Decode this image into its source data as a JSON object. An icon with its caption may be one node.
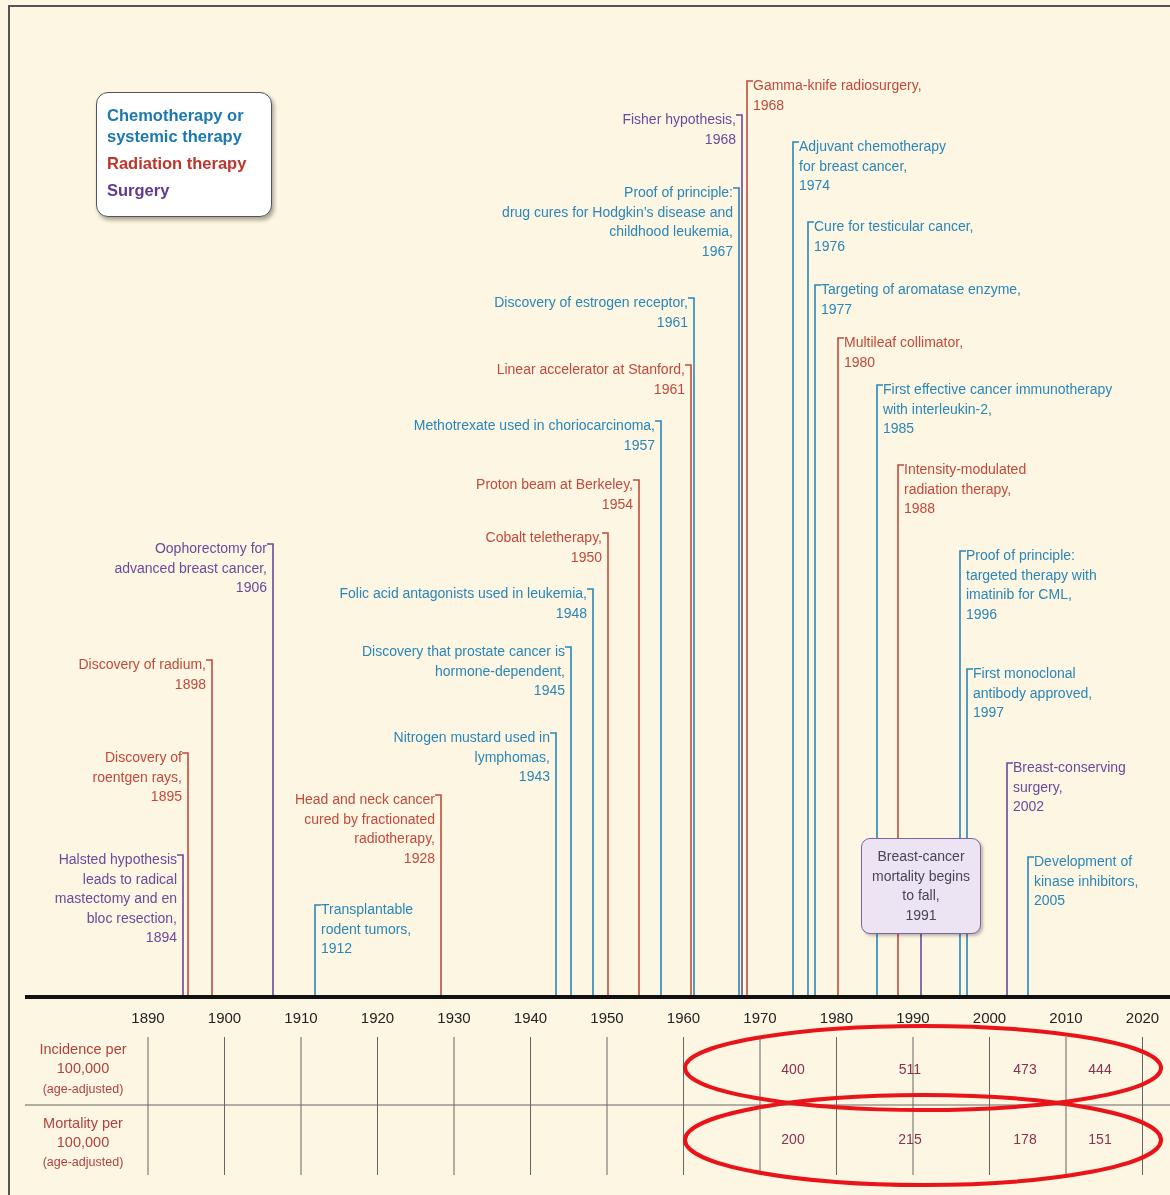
{
  "diagram": {
    "nodes": [
      {
        "text": [
          "Halsted hypothesis leads to radical mastectomy and en bloc resection,",
          "1894"
        ]
      },
      {
        "text": [
          "Discovery of roentgen rays,",
          "1895"
        ]
      },
      {
        "text": [
          "Discovery of radium,",
          "1898"
        ]
      },
      {
        "text": [
          "Oophorectomy for advanced breast cancer,",
          "1906"
        ]
      },
      {
        "text": [
          "Transplantable rodent tumors,",
          "1912"
        ]
      },
      {
        "text": [
          "Head and neck cancer cured by fractionated radiotherapy,",
          "1928"
        ]
      },
      {
        "text": [
          "Nitrogen mustard used in lymphomas,",
          "1943"
        ]
      },
      {
        "text": [
          "Discovery that prostate cancer is hormone-dependent,",
          "1945"
        ]
      },
      {
        "text": [
          "Folic acid antagonists used in leukemia,",
          "1948"
        ]
      },
      {
        "text": [
          "Cobalt teletherapy,",
          "1950"
        ]
      },
      {
        "text": [
          "Proton beam at Berkeley,",
          "1954"
        ]
      },
      {
        "text": [
          "Methotrexate used in choriocarcinoma,",
          "1957"
        ]
      },
      {
        "text": [
          "Linear accelerator at Stanford,",
          "1961"
        ]
      },
      {
        "text": [
          "Discovery of estrogen receptor,",
          "1961"
        ]
      },
      {
        "text": [
          "Proof of principle:",
          "drug cures for Hodgkin’s disease and childhood leukemia,",
          "1967"
        ]
      },
      {
        "text": [
          "Fisher hypothesis,",
          "1968"
        ]
      },
      {
        "text": [
          "Gamma-knife radiosurgery,",
          "1968"
        ]
      },
      {
        "text": [
          "Adjuvant chemotherapy for breast cancer,",
          "1974"
        ]
      },
      {
        "text": [
          "Cure for testicular cancer,",
          "1976"
        ]
      },
      {
        "text": [
          "Targeting of aromatase enzyme,",
          "1977"
        ]
      },
      {
        "text": [
          "Multileaf collimator,",
          "1980"
        ]
      },
      {
        "text": [
          "First effective cancer immunotherapy with interleukin-2,",
          "1985"
        ]
      },
      {
        "text": [
          "Intensity-modulated radiation therapy,",
          "1988"
        ]
      },
      {
        "text": [
          "Breast-cancer mortality begins to fall,",
          "1991"
        ]
      },
      {
        "text": [
          "Proof of principle:",
          "targeted therapy with imatinib for CML,",
          "1996"
        ]
      },
      {
        "text": [
          "First monoclonal antibody approved,",
          "1997"
        ]
      },
      {
        "text": [
          "Breast-conserving surgery,",
          "2002"
        ]
      },
      {
        "text": [
          "Development of kinase inhibitors,",
          "2005"
        ]
      }
    ],
    "edges": [
      {
        "from": 0,
        "to": null,
        "arrow": "none",
        "color": "#6b4a9b"
      },
      {
        "from": 1,
        "to": null,
        "arrow": "none",
        "color": "#c24a3c"
      },
      {
        "from": 2,
        "to": null,
        "arrow": "none",
        "color": "#c24a3c"
      },
      {
        "from": 3,
        "to": null,
        "arrow": "none",
        "color": "#6b4a9b"
      },
      {
        "from": 4,
        "to": null,
        "arrow": "none"
      },
      {
        "from": 5,
        "to": null,
        "arrow": "none",
        "color": "#c24a3c"
      },
      {
        "from": 6,
        "to": null,
        "arrow": "none"
      },
      {
        "from": 7,
        "to": null,
        "arrow": "none"
      },
      {
        "from": 8,
        "to": null,
        "arrow": "none"
      },
      {
        "from": 9,
        "to": null,
        "arrow": "none",
        "color": "#c24a3c"
      },
      {
        "from": 10,
        "to": null,
        "arrow": "none",
        "color": "#c24a3c"
      },
      {
        "from": 11,
        "to": null,
        "arrow": "none"
      },
      {
        "from": 12,
        "to": null,
        "arrow": "none",
        "color": "#c24a3c"
      },
      {
        "from": 13,
        "to": null,
        "arrow": "none"
      },
      {
        "from": 14,
        "to": null,
        "arrow": "none"
      },
      {
        "from": 15,
        "to": null,
        "arrow": "none",
        "color": "#6b4a9b"
      },
      {
        "from": 16,
        "to": null,
        "arrow": "none",
        "color": "#c24a3c"
      },
      {
        "from": 17,
        "to": null,
        "arrow": "none"
      },
      {
        "from": 18,
        "to": null,
        "arrow": "none"
      },
      {
        "from": 19,
        "to": null,
        "arrow": "none"
      },
      {
        "from": 20,
        "to": null,
        "arrow": "none",
        "color": "#c24a3c"
      },
      {
        "from": 21,
        "to": null,
        "arrow": "none"
      },
      {
        "from": 22,
        "to": null,
        "arrow": "none",
        "color": "#c24a3c"
      },
      {
        "from": 23,
        "to": null,
        "arrow": "none",
        "color": "#6b4a9b"
      },
      {
        "from": 24,
        "to": null,
        "arrow": "none"
      },
      {
        "from": 25,
        "to": null,
        "arrow": "none"
      },
      {
        "from": 26,
        "to": null,
        "arrow": "none",
        "color": "#6b4a9b"
      },
      {
        "from": 27,
        "to": null,
        "arrow": "none"
      }
    ],
    "labels": [
      "1890",
      "1900",
      "1910",
      "1920",
      "1930",
      "1940",
      "1950",
      "1960",
      "1970",
      "1980",
      "1990",
      "2000",
      "2010",
      "2020",
      "Incidence per 100,000",
      "(age-adjusted)",
      "400",
      "511",
      "473",
      "444",
      "Mortality per 100,000",
      "(age-adjusted)",
      "200",
      "215",
      "178",
      "151"
    ],
    "legend": [
      {
        "text": "Chemotherapy or systemic therapy",
        "color": "#1b78b0"
      },
      {
        "text": "Radiation therapy",
        "color": "#c0352b"
      },
      {
        "text": "Surgery",
        "color": "#5e3a96"
      }
    ]
  }
}
